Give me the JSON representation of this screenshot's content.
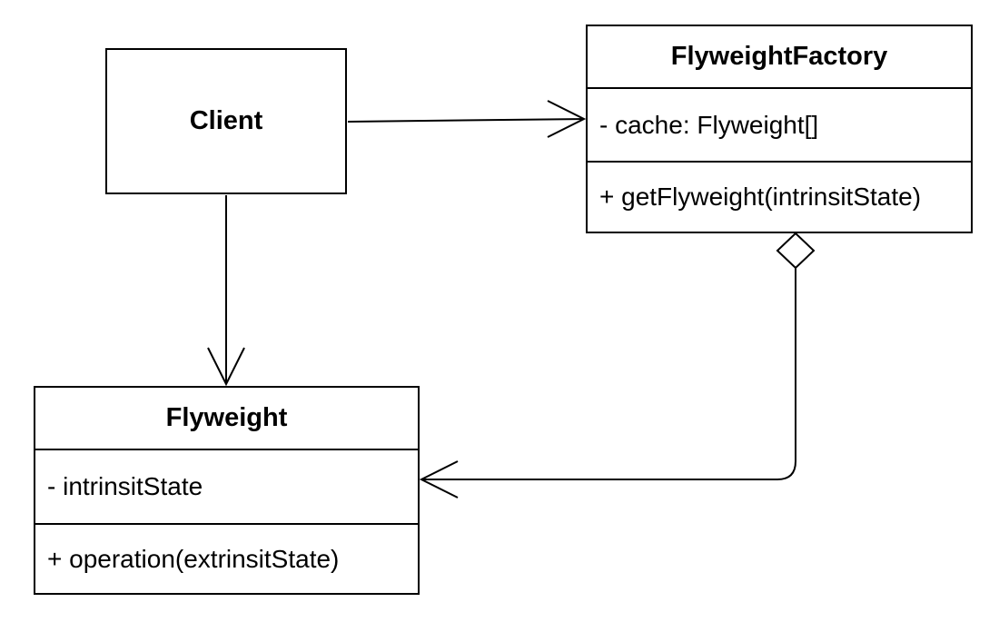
{
  "client": {
    "label": "Client"
  },
  "flyweight_factory": {
    "name": "FlyweightFactory",
    "attribute": "- cache: Flyweight[]",
    "operation": "+ getFlyweight(intrinsitState)"
  },
  "flyweight": {
    "name": "Flyweight",
    "attribute": "- intrinsitState",
    "operation": "+ operation(extrinsitState)"
  },
  "colors": {
    "stroke": "#000000",
    "background": "#ffffff"
  }
}
